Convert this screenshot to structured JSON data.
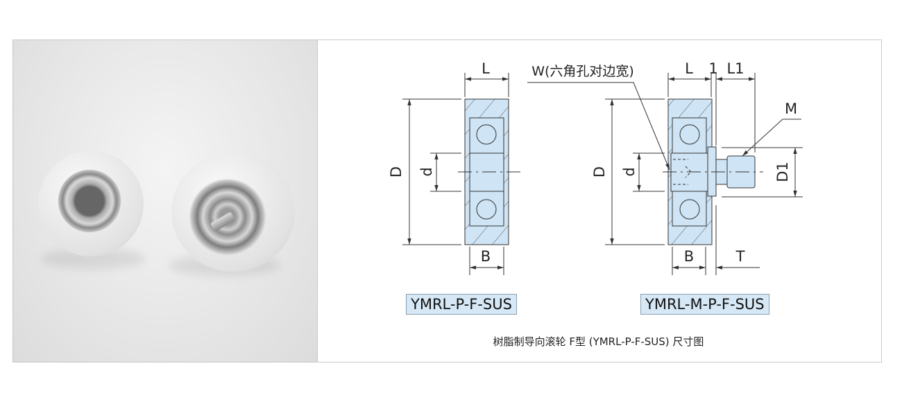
{
  "diagram": {
    "left_labels": {
      "L": "L",
      "D": "D",
      "d": "d",
      "B": "B"
    },
    "right_labels": {
      "W": "W(六角孔对边宽)",
      "L": "L",
      "one": "1",
      "L1": "L1",
      "M": "M",
      "D": "D",
      "d": "d",
      "D1": "D1",
      "B": "B",
      "T": "T"
    },
    "models": [
      "YMRL-P-F-SUS",
      "YMRL-M-P-F-SUS"
    ],
    "caption": "树脂制导向滚轮 F型 (YMRL-P-F-SUS) 尺寸图",
    "colors": {
      "fill": "#cfe4f4",
      "line": "#333333",
      "label_bg": "#d6e8f6"
    }
  }
}
